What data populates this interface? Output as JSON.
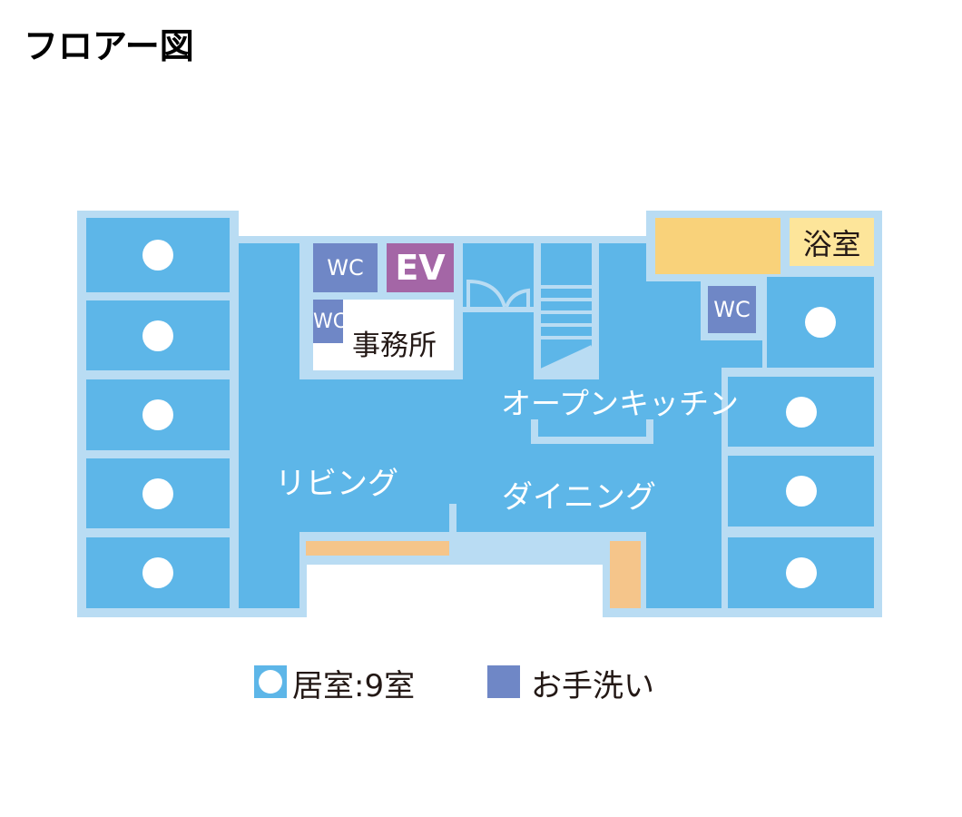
{
  "title": "フロアー図",
  "labels": {
    "wc": "WC",
    "ev": "EV",
    "office": "事務所",
    "bath": "浴室",
    "kitchen": "オープンキッチン",
    "living": "リビング",
    "dining": "ダイニング"
  },
  "legend": {
    "room": "居室:9室",
    "toilet": "お手洗い"
  },
  "colors": {
    "wall": "#b9dcf3",
    "room": "#5db6e8",
    "toilet": "#6f87c6",
    "elevator": "#a466a6",
    "bath_area": "#f9d27a",
    "bath_label": "#fde59a",
    "storage": "#f5c58a"
  }
}
